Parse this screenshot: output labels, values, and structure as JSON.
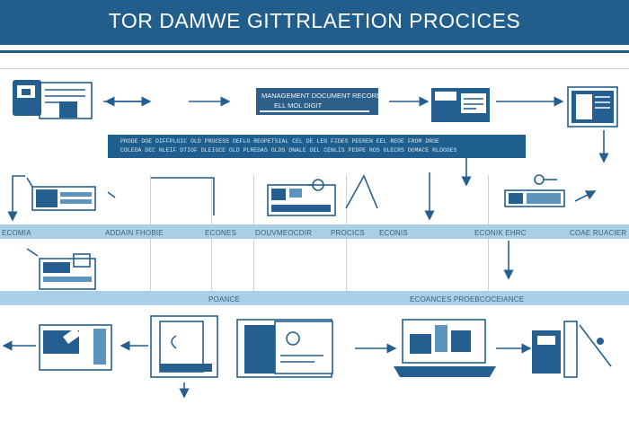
{
  "title": "TOR DAMWE GITTRLAETION PROCICES",
  "callout": {
    "line1": "MANAGEMENT DOCUMENT RECORD",
    "line2": "ELL MOL DIGIT"
  },
  "notes": {
    "line1": "PRODE DOE DIFFPLGIC OLD PROCESS DEFLO REOPETSIAL CEL DE LEG FIDES PEEREN EEL REOE FROM DROE",
    "line2": "COLEDA DEC NLEIF DTIOF DLEIGCE OLD PLREDAS OLDS DNALE DEL CENLIS PEDPE ROS GLECRS DOMACE RLDGOES"
  },
  "band_top": {
    "labels": [
      "ECOMIA",
      "ADDAIN FHOBIE",
      "ECONES",
      "DOUVMEOCDIR",
      "PROCICS",
      "ECONIS",
      "ECONIK EHRC",
      "COAE RUACIER"
    ]
  },
  "band_bottom": {
    "labels": [
      "POANCE",
      "ECOANCES PROEBCOCEIANCE"
    ]
  },
  "colors": {
    "banner": "#215e8c",
    "ink": "#255f8f",
    "band": "#a9cfe8",
    "note_box": "#1f5f8f"
  },
  "icons": [
    "computer-monitor-icon",
    "document-card-icon",
    "id-card-icon",
    "monitor-document-icon",
    "control-panel-icon",
    "id-badge-key-icon",
    "printer-device-icon",
    "document-stack-icon",
    "scanner-card-icon",
    "folder-document-icon",
    "document-search-icon",
    "laptop-workstation-icon",
    "worker-tools-icon"
  ]
}
